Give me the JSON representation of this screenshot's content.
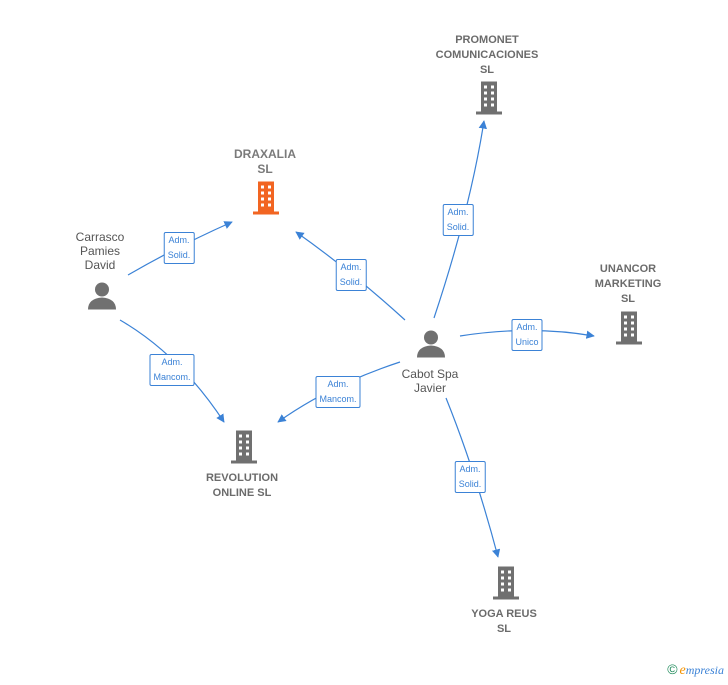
{
  "nodes": {
    "draxalia": {
      "lines": [
        "DRAXALIA",
        "SL"
      ],
      "color": "#f26522"
    },
    "promonet": {
      "lines": [
        "PROMONET",
        "COMUNICACIONES",
        "SL"
      ],
      "color": "#707070"
    },
    "unancor": {
      "lines": [
        "UNANCOR",
        "MARKETING",
        "SL"
      ],
      "color": "#707070"
    },
    "revolution": {
      "lines": [
        "REVOLUTION",
        "ONLINE  SL"
      ],
      "color": "#707070"
    },
    "yoga": {
      "lines": [
        "YOGA REUS",
        "SL"
      ],
      "color": "#707070"
    },
    "carrasco": {
      "lines": [
        "Carrasco",
        "Pamies",
        "David"
      ],
      "color": "#707070"
    },
    "cabot": {
      "lines": [
        "Cabot Spa",
        "Javier"
      ],
      "color": "#707070"
    }
  },
  "edges": {
    "carrasco_draxalia": [
      "Adm.",
      "Solid."
    ],
    "carrasco_revolution": [
      "Adm.",
      "Mancom."
    ],
    "cabot_draxalia": [
      "Adm.",
      "Solid."
    ],
    "cabot_revolution": [
      "Adm.",
      "Mancom."
    ],
    "cabot_promonet": [
      "Adm.",
      "Solid."
    ],
    "cabot_unancor": [
      "Adm.",
      "Unico"
    ],
    "cabot_yoga": [
      "Adm.",
      "Solid."
    ]
  },
  "edge_color": "#3b82d6",
  "footer": {
    "copyright": "©",
    "brand_e": "e",
    "brand_rest": "mpresia"
  }
}
